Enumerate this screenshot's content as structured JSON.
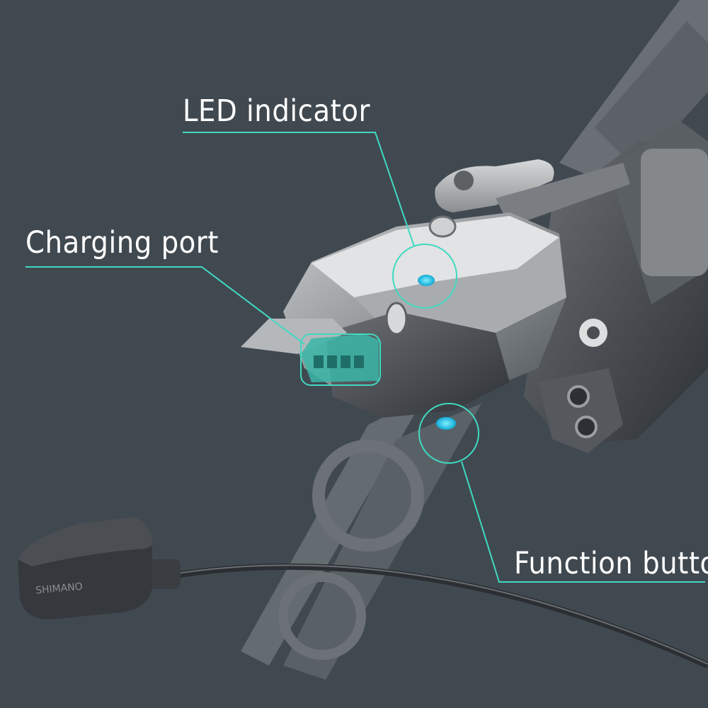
{
  "callouts": {
    "led_indicator": "LED indicator",
    "charging_port": "Charging port",
    "function_button": "Function button"
  },
  "cable_connector_logo": "SHIMANO",
  "colors": {
    "background": "#414950",
    "callout_line": "#3fd9c2",
    "highlight": "#20c4e8"
  }
}
